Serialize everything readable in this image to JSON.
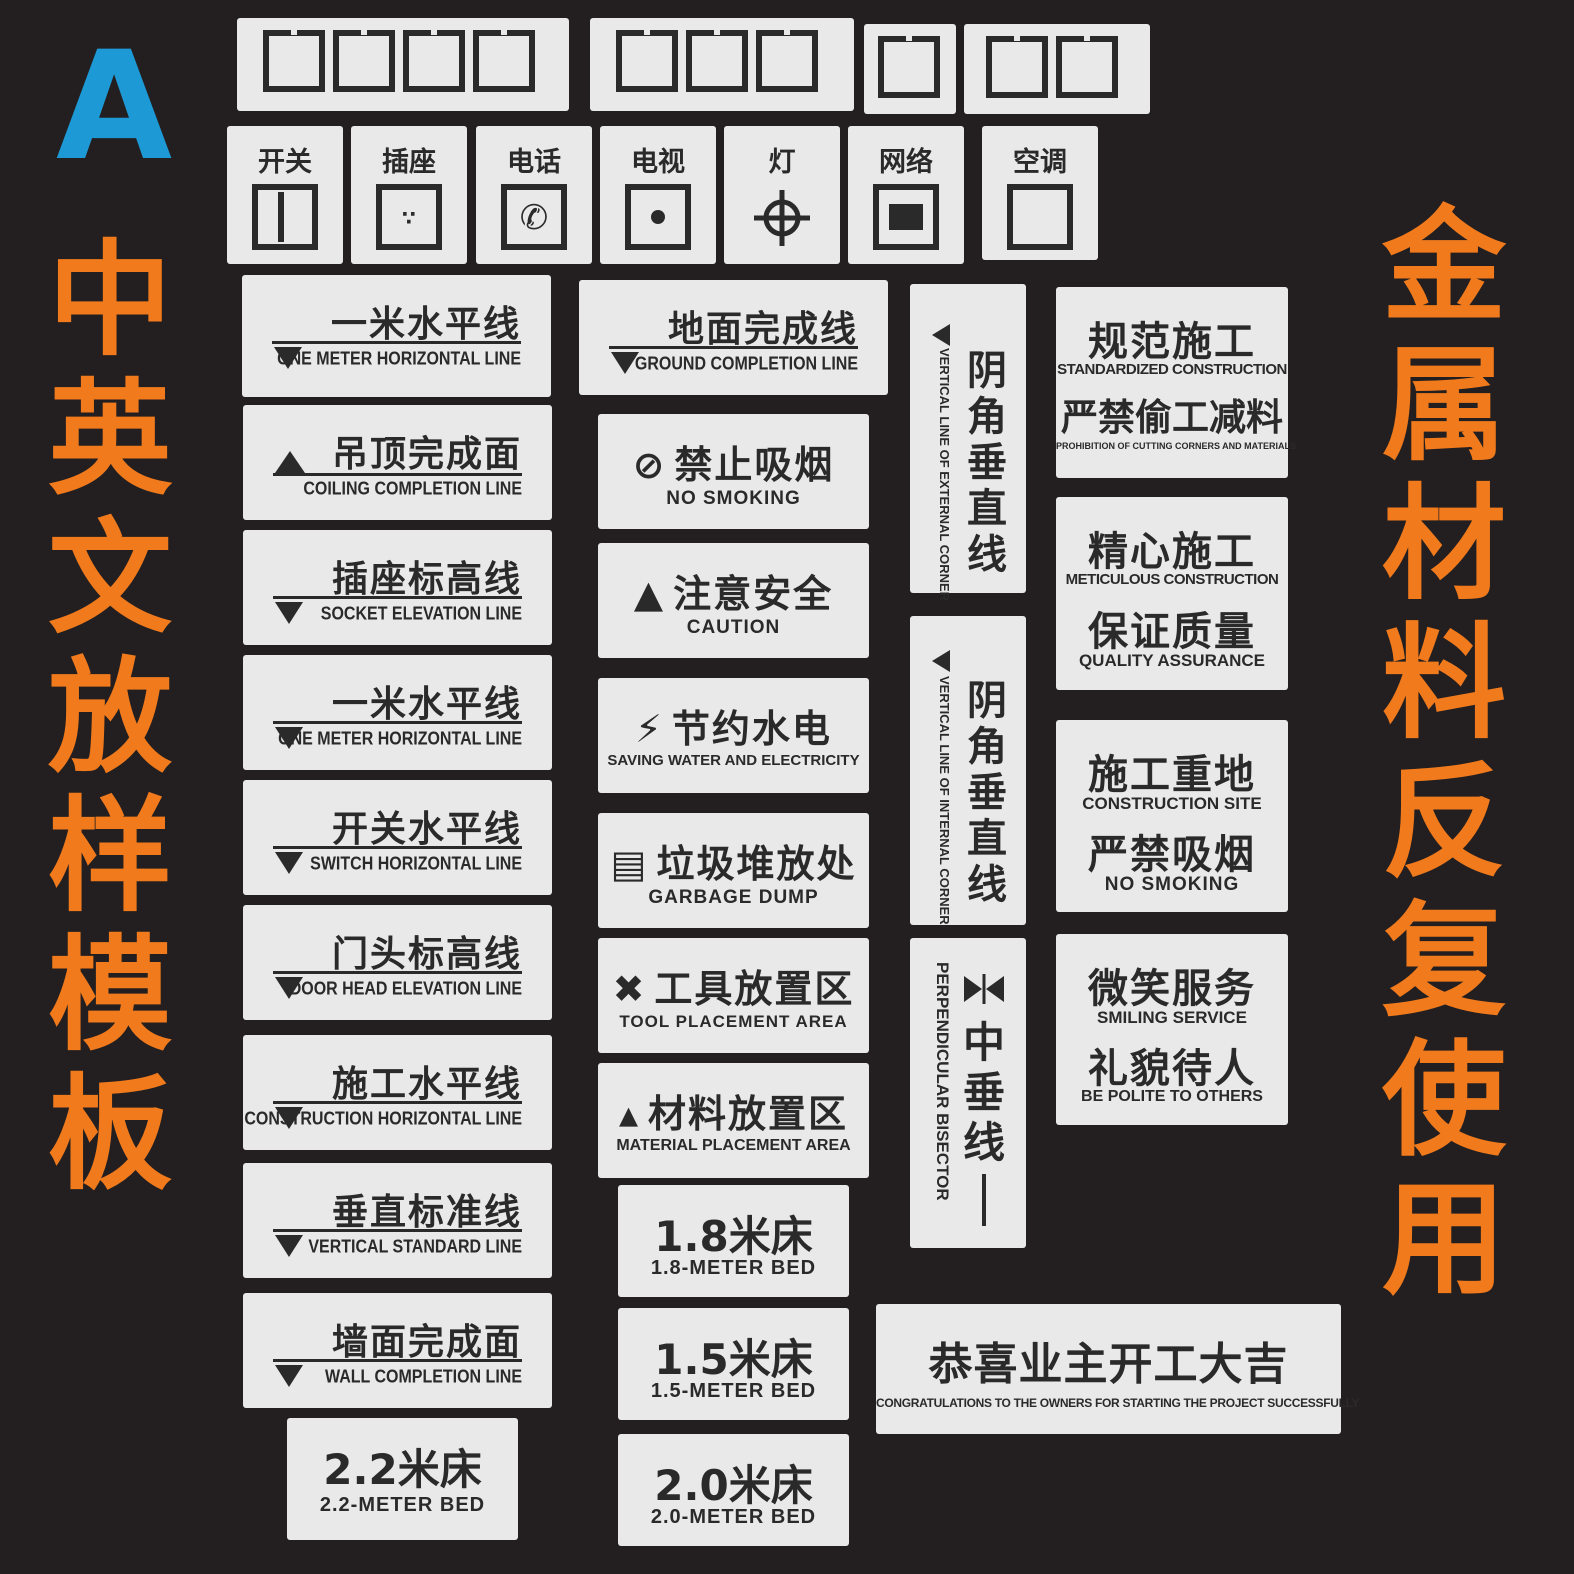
{
  "brand_letter": "A",
  "left_title": [
    "中",
    "英",
    "文",
    "放",
    "样",
    "模",
    "板"
  ],
  "right_title": [
    "金",
    "属",
    "材",
    "料",
    "反",
    "复",
    "使",
    "用"
  ],
  "colors": {
    "background": "#231f20",
    "plate": "#e9e9e9",
    "ink": "#2a2a2a",
    "brand_blue": "#1d9ad6",
    "title_orange": "#f07a1c"
  },
  "icons": [
    {
      "label": "开关",
      "icon": "switch-icon"
    },
    {
      "label": "插座",
      "icon": "socket-icon"
    },
    {
      "label": "电话",
      "icon": "phone-icon"
    },
    {
      "label": "电视",
      "icon": "tv-icon"
    },
    {
      "label": "灯",
      "icon": "light-icon"
    },
    {
      "label": "网络",
      "icon": "network-icon"
    },
    {
      "label": "空调",
      "icon": "aircon-icon"
    }
  ],
  "level_plates": [
    {
      "cn": "一米水平线",
      "en": "ONE METER HORIZONTAL LINE",
      "arrow": "down"
    },
    {
      "cn": "吊顶完成面",
      "en": "COILING COMPLETION LINE",
      "arrow": "up"
    },
    {
      "cn": "插座标高线",
      "en": "SOCKET ELEVATION LINE",
      "arrow": "down"
    },
    {
      "cn": "一米水平线",
      "en": "ONE METER HORIZONTAL LINE",
      "arrow": "down"
    },
    {
      "cn": "开关水平线",
      "en": "SWITCH HORIZONTAL LINE",
      "arrow": "down"
    },
    {
      "cn": "门头标高线",
      "en": "DOOR HEAD ELEVATION LINE",
      "arrow": "down"
    },
    {
      "cn": "施工水平线",
      "en": "CONSTRUCTION HORIZONTAL LINE",
      "arrow": "down"
    },
    {
      "cn": "垂直标准线",
      "en": "VERTICAL STANDARD LINE",
      "arrow": "down"
    },
    {
      "cn": "墙面完成面",
      "en": "WALL COMPLETION LINE",
      "arrow": "down"
    }
  ],
  "ground_plate": {
    "cn": "地面完成线",
    "en": "GROUND COMPLETION LINE"
  },
  "signs": [
    {
      "cn": "禁止吸烟",
      "en": "NO SMOKING",
      "icon": "no-smoking-icon",
      "glyph": "⊘"
    },
    {
      "cn": "注意安全",
      "en": "CAUTION",
      "icon": "warning-icon",
      "glyph": "▲"
    },
    {
      "cn": "节约水电",
      "en": "SAVING WATER AND ELECTRICITY",
      "icon": "faucet-icon",
      "glyph": "⚡"
    },
    {
      "cn": "垃圾堆放处",
      "en": "GARBAGE DUMP",
      "icon": "trash-icon",
      "glyph": "▤"
    },
    {
      "cn": "工具放置区",
      "en": "TOOL PLACEMENT AREA",
      "icon": "tools-icon",
      "glyph": "✖"
    },
    {
      "cn": "材料放置区",
      "en": "MATERIAL PLACEMENT AREA",
      "icon": "materials-icon",
      "glyph": "▴"
    }
  ],
  "beds": [
    {
      "cn": "1.8米床",
      "en": "1.8-METER BED"
    },
    {
      "cn": "1.5米床",
      "en": "1.5-METER BED"
    },
    {
      "cn": "2.0米床",
      "en": "2.0-METER BED"
    },
    {
      "cn": "2.2米床",
      "en": "2.2-METER BED"
    }
  ],
  "vertical_plates": [
    {
      "cn": [
        "阴",
        "角",
        "垂",
        "直",
        "线"
      ],
      "en": "VERTICAL LINE OF EXTERNAL CORNER"
    },
    {
      "cn": [
        "阴",
        "角",
        "垂",
        "直",
        "线"
      ],
      "en": "VERTICAL LINE OF INTERNAL CORNER"
    },
    {
      "cn": [
        "中",
        "垂",
        "线"
      ],
      "en": "PERPENDICULAR BISECTOR"
    }
  ],
  "right_plates": [
    {
      "cn1": "规范施工",
      "en1": "STANDARDIZED CONSTRUCTION",
      "cn2": "严禁偷工减料",
      "en2": "PROHIBITION OF CUTTING CORNERS AND MATERIALS"
    },
    {
      "cn1": "精心施工",
      "en1": "METICULOUS CONSTRUCTION",
      "cn2": "保证质量",
      "en2": "QUALITY ASSURANCE"
    },
    {
      "cn1": "施工重地",
      "en1": "CONSTRUCTION SITE",
      "cn2": "严禁吸烟",
      "en2": "NO SMOKING"
    },
    {
      "cn1": "微笑服务",
      "en1": "SMILING SERVICE",
      "cn2": "礼貌待人",
      "en2": "BE POLITE TO OTHERS"
    }
  ],
  "congrats": {
    "cn": "恭喜业主开工大吉",
    "en": "CONGRATULATIONS TO THE OWNERS FOR STARTING THE PROJECT SUCCESSFULLY"
  }
}
